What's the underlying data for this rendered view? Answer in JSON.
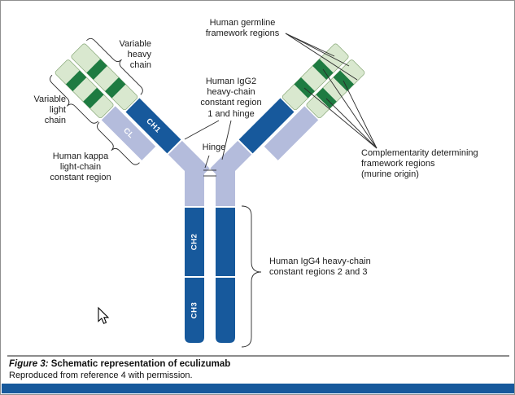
{
  "palette": {
    "dark_blue": "#17599c",
    "lavender": "#b4bcdc",
    "light_green": "#d9e8cf",
    "dark_green": "#1e7b41"
  },
  "segments": {
    "ch1": "CH1",
    "cl": "CL",
    "ch2": "CH2",
    "ch3": "CH3"
  },
  "annotations": {
    "germline": "Human germline\nframework regions",
    "igg2": "Human IgG2\nheavy-chain\nconstant region\n1 and hinge",
    "hinge": "Hinge",
    "variable_heavy": "Variable\nheavy\nchain",
    "variable_light": "Variable\nlight\nchain",
    "kappa": "Human kappa\nlight-chain\nconstant region",
    "cdr": "Complementarity determining\nframework regions\n(murine origin)",
    "igg4": "Human IgG4 heavy-chain\nconstant regions 2 and 3"
  },
  "caption": {
    "figure_label": "Figure 3:",
    "title": " Schematic representation of eculizumab",
    "credit": "Reproduced from reference 4 with permission."
  }
}
